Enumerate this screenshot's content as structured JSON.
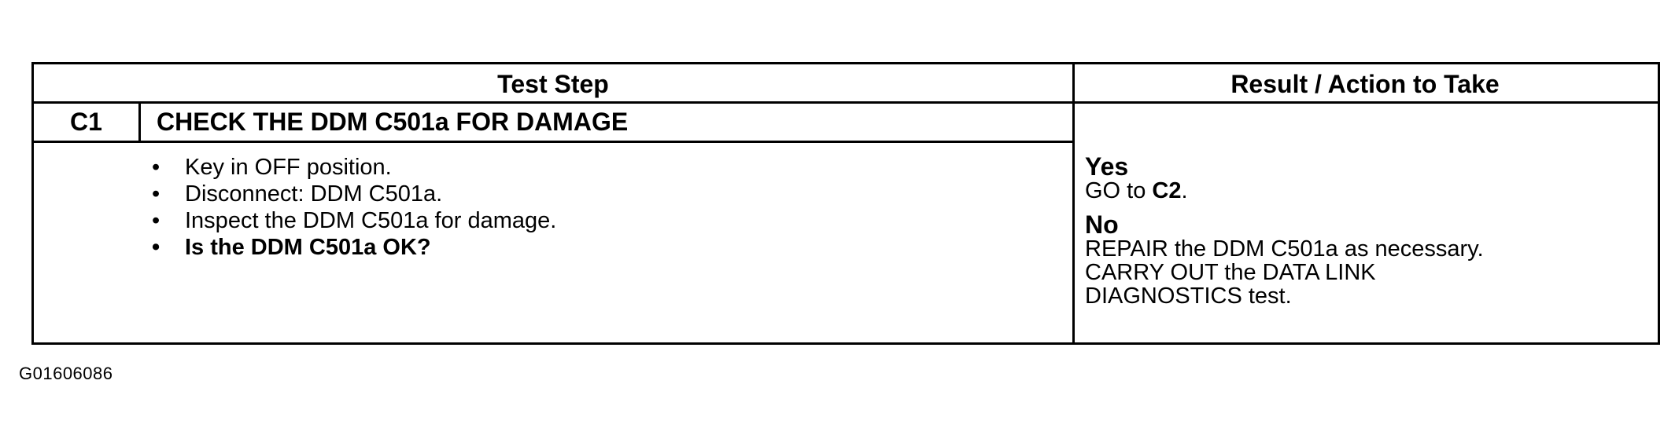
{
  "header": {
    "test_step": "Test Step",
    "result_action": "Result / Action to Take"
  },
  "step": {
    "id": "C1",
    "title": "CHECK THE DDM C501a FOR DAMAGE",
    "bullets": [
      "Key in OFF position.",
      "Disconnect: DDM C501a.",
      "Inspect the DDM C501a for damage.",
      "Is the DDM C501a OK?"
    ]
  },
  "result": {
    "yes_label": "Yes",
    "yes_action_prefix": "GO to ",
    "yes_action_target": "C2",
    "yes_action_suffix": ".",
    "no_label": "No",
    "no_actions": [
      "REPAIR the DDM C501a as necessary.",
      "CARRY OUT the DATA LINK",
      "DIAGNOSTICS test."
    ]
  },
  "figure_id": "G01606086"
}
